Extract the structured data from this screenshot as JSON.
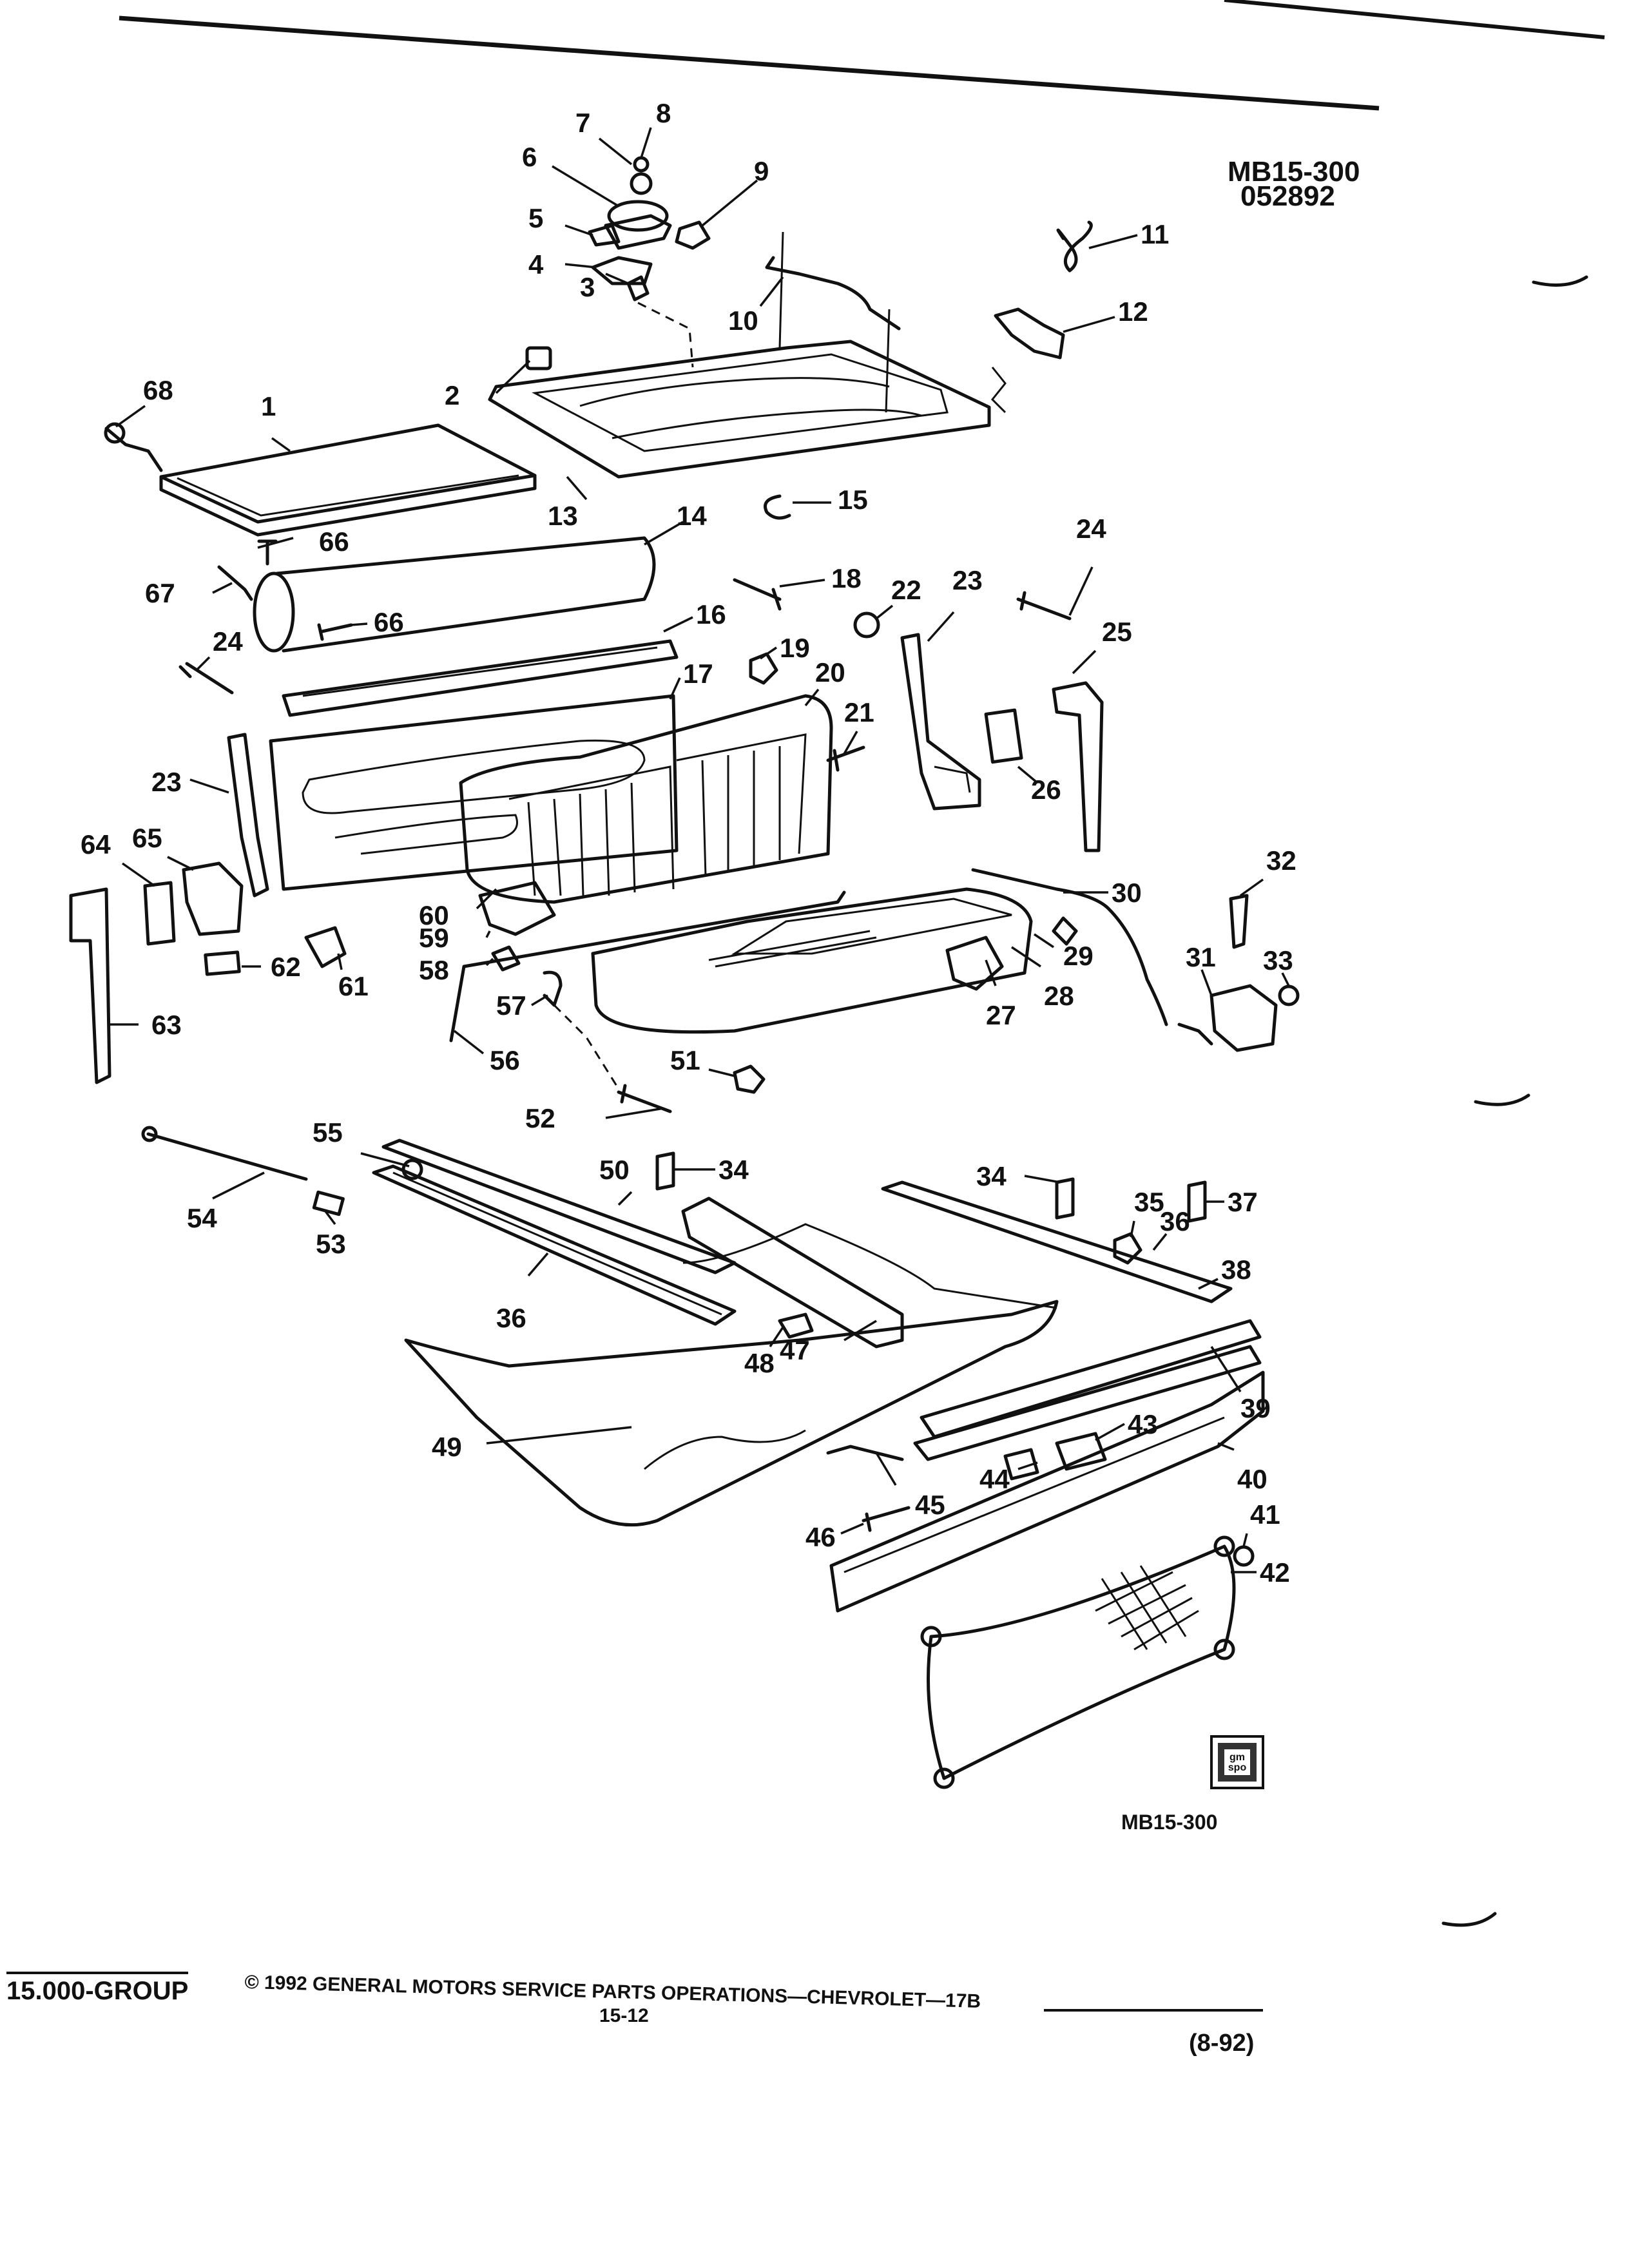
{
  "header": {
    "diagram_code": "MB15-300",
    "date_code": "052892"
  },
  "callouts": [
    "1",
    "2",
    "3",
    "4",
    "5",
    "6",
    "7",
    "8",
    "9",
    "10",
    "11",
    "12",
    "13",
    "14",
    "15",
    "16",
    "17",
    "18",
    "19",
    "20",
    "21",
    "22",
    "23",
    "24",
    "25",
    "26",
    "27",
    "28",
    "29",
    "30",
    "31",
    "32",
    "33",
    "34",
    "35",
    "36",
    "37",
    "38",
    "39",
    "40",
    "41",
    "42",
    "43",
    "44",
    "45",
    "46",
    "47",
    "48",
    "49",
    "50",
    "51",
    "52",
    "53",
    "54",
    "55",
    "56",
    "57",
    "58",
    "59",
    "60",
    "61",
    "62",
    "63",
    "64",
    "65",
    "66",
    "67",
    "68"
  ],
  "logo": {
    "text": "gm spo"
  },
  "figure_ref": "MB15-300",
  "footer": {
    "group": "15.000-GROUP",
    "copyright": "© 1992 GENERAL MOTORS SERVICE PARTS OPERATIONS—CHEVROLET—17B",
    "page": "15-12",
    "revision": "(8-92)"
  }
}
